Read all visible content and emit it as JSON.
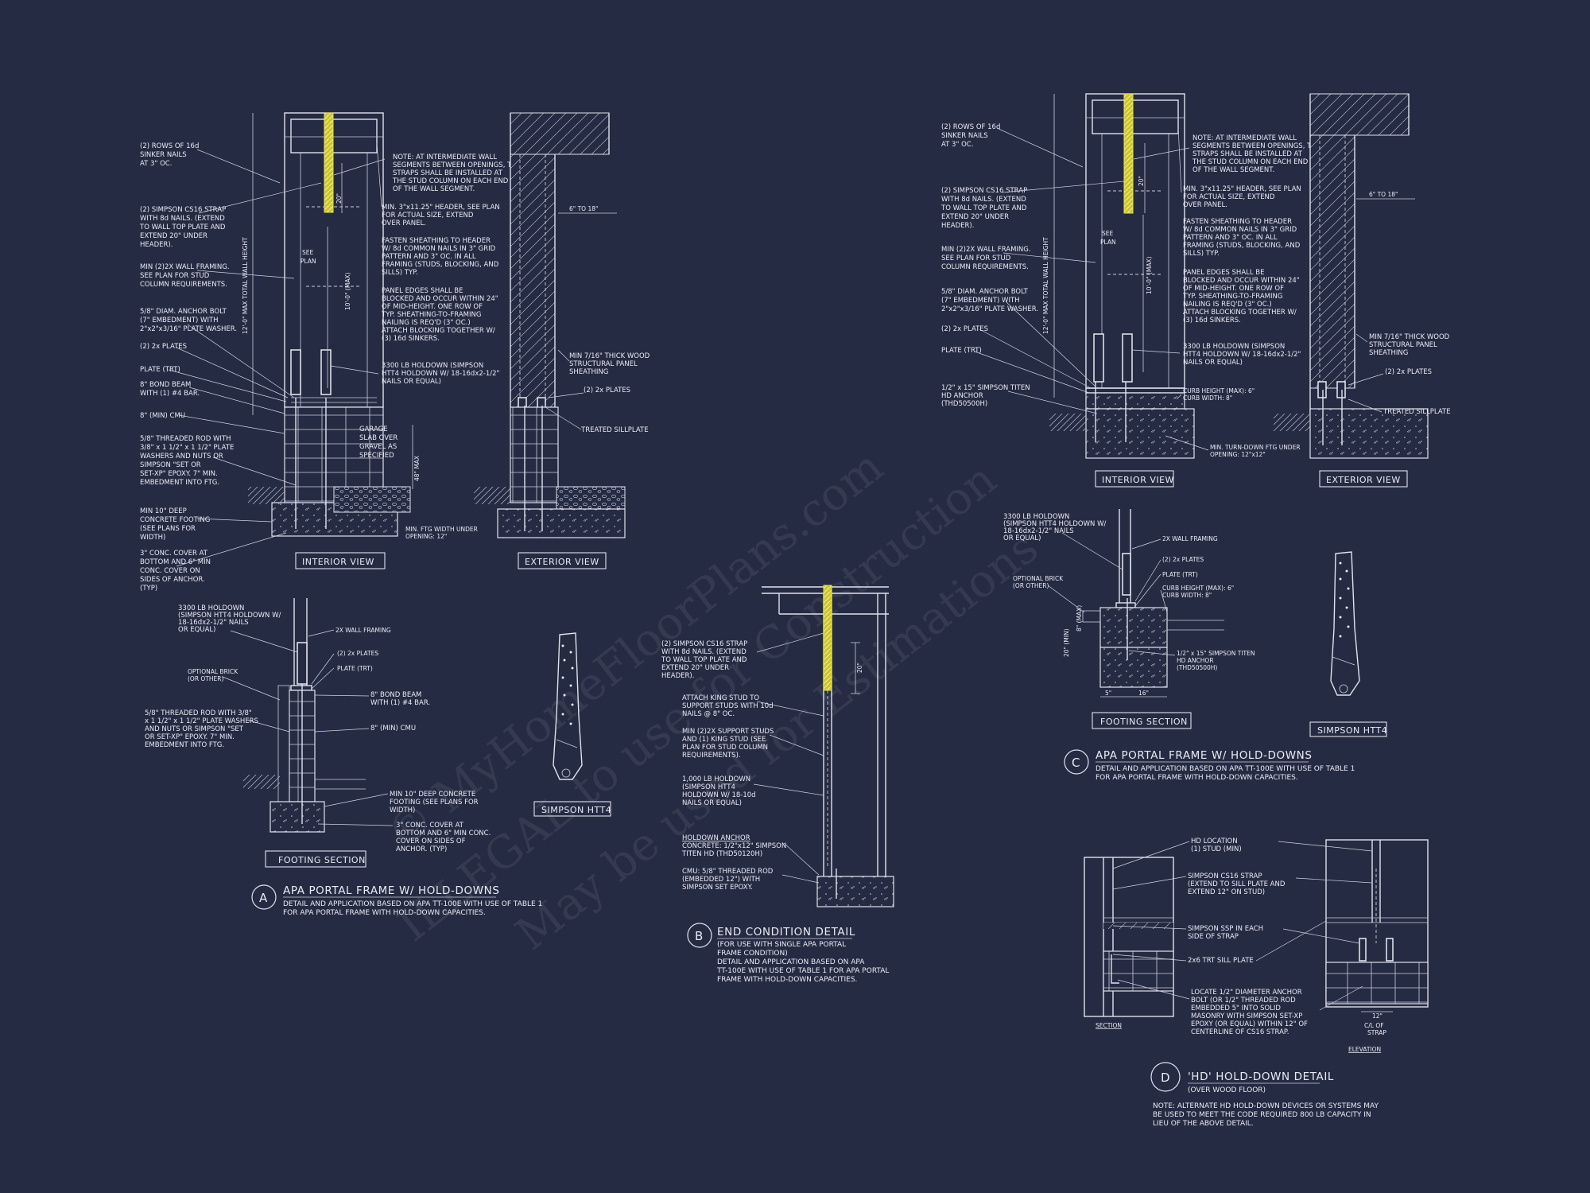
{
  "watermark": {
    "line1": "© MyHomeFloorPlans.com",
    "line2": "ILLEGAL to use for Construction",
    "line3": "May be used for Estimations"
  },
  "detailA": {
    "bubble": "A",
    "title": "APA PORTAL FRAME W/ HOLD-DOWNS",
    "subtitle1": "DETAIL AND APPLICATION BASED ON APA TT-100E WITH USE OF TABLE 1",
    "subtitle2": "FOR APA PORTAL FRAME WITH HOLD-DOWN CAPACITIES.",
    "interior_label": "INTERIOR VIEW",
    "exterior_label": "EXTERIOR VIEW",
    "footing_label": "FOOTING SECTION",
    "htt4_label": "SIMPSON HTT4",
    "notes_left": [
      [
        "(2) ROWS OF 16d",
        "SINKER NAILS",
        "AT 3\" OC."
      ],
      [
        "(2) SIMPSON CS16 STRAP",
        "WITH 8d NAILS. (EXTEND",
        "TO WALL TOP PLATE AND",
        "EXTEND 20\" UNDER",
        "HEADER)."
      ],
      [
        "MIN (2)2X WALL FRAMING.",
        "SEE PLAN FOR STUD",
        "COLUMN REQUIREMENTS."
      ],
      [
        "5/8\" DIAM. ANCHOR BOLT",
        "(7\" EMBEDMENT) WITH",
        "2\"x2\"x3/16\" PLATE WASHER."
      ],
      [
        "(2) 2x PLATES"
      ],
      [
        "PLATE (TRT)"
      ],
      [
        "8\" BOND BEAM",
        "WITH (1) #4 BAR."
      ],
      [
        "8\" (MIN) CMU"
      ],
      [
        "5/8\" THREADED ROD WITH",
        "3/8\" x 1 1/2\" x 1 1/2\" PLATE",
        "WASHERS AND NUTS OR",
        "SIMPSON \"SET OR",
        "SET-XP\" EPOXY. 7\" MIN.",
        "EMBEDMENT INTO FTG."
      ],
      [
        "MIN 10\" DEEP",
        "CONCRETE FOOTING",
        "(SEE PLANS FOR",
        "WIDTH)"
      ],
      [
        "3\" CONC. COVER AT",
        "BOTTOM AND 6\" MIN",
        "CONC. COVER ON",
        "SIDES OF ANCHOR.",
        "(TYP)"
      ]
    ],
    "notes_right": [
      [
        "NOTE: AT INTERMEDIATE WALL",
        "SEGMENTS BETWEEN OPENINGS, THE",
        "STRAPS SHALL BE INSTALLED AT",
        "THE STUD COLUMN ON EACH END",
        "OF THE WALL SEGMENT."
      ],
      [
        "MIN. 3\"x11.25\" HEADER, SEE PLAN",
        "FOR ACTUAL SIZE, EXTEND",
        "OVER PANEL."
      ],
      [
        "FASTEN SHEATHING TO HEADER",
        "W/ 8d COMMON NAILS IN 3\" GRID",
        "PATTERN AND 3\" OC. IN ALL",
        "FRAMING (STUDS, BLOCKING, AND",
        "SILLS) TYP."
      ],
      [
        "PANEL EDGES SHALL BE",
        "BLOCKED AND OCCUR WITHIN 24\"",
        "OF MID-HEIGHT. ONE ROW OF",
        "TYP. SHEATHING-TO-FRAMING",
        "NAILING IS REQ'D (3\" OC.)",
        "ATTACH BLOCKING TOGETHER W/",
        "(3) 16d SINKERS."
      ],
      [
        "3300 LB HOLDOWN (SIMPSON",
        "HTT4 HOLDOWN W/ 18-16dx2-1/2\"",
        "NAILS OR EQUAL)"
      ]
    ],
    "garage_note": [
      "GARAGE",
      "SLAB OVER",
      "GRAVEL AS",
      "SPECIFIED"
    ],
    "dim_total": "12'-0\" MAX TOTAL WALL HEIGHT",
    "dim_10": "10'-0\" (MAX)",
    "dim_20": "20\"",
    "dim_48": "48\" MAX",
    "see_plan": [
      "SEE",
      "PLAN"
    ],
    "dim_6to18": "6\" TO 18\"",
    "ext_notes": [
      [
        "MIN 7/16\" THICK WOOD",
        "STRUCTURAL PANEL",
        "SHEATHING"
      ],
      [
        "(2) 2x PLATES"
      ],
      [
        "TREATED SILLPLATE"
      ]
    ],
    "min_ftg": [
      "MIN. FTG WIDTH UNDER",
      "OPENING: 12\""
    ],
    "footing_notes": [
      [
        "3300 LB HOLDOWN",
        "(SIMPSON HTT4 HOLDOWN W/",
        "18-16dx2-1/2\" NAILS",
        "OR EQUAL)"
      ],
      [
        "2X WALL FRAMING"
      ],
      [
        "(2) 2x PLATES"
      ],
      [
        "PLATE (TRT)"
      ],
      [
        "OPTIONAL BRICK",
        "(OR OTHER)"
      ],
      [
        "8\" BOND BEAM",
        "WITH (1) #4 BAR."
      ],
      [
        "5/8\" THREADED ROD WITH 3/8\"",
        "x 1 1/2\" x 1 1/2\" PLATE WASHERS",
        "AND NUTS OR SIMPSON \"SET",
        "OR SET-XP\" EPOXY. 7\" MIN.",
        "EMBEDMENT INTO FTG."
      ],
      [
        "8\" (MIN) CMU"
      ],
      [
        "MIN 10\" DEEP CONCRETE",
        "FOOTING (SEE PLANS FOR",
        "WIDTH)"
      ],
      [
        "3\" CONC. COVER AT",
        "BOTTOM AND 6\" MIN CONC.",
        "COVER ON SIDES OF",
        "ANCHOR. (TYP)"
      ]
    ]
  },
  "detailB": {
    "bubble": "B",
    "title": "END CONDITION DETAIL",
    "subtitle0": "(FOR USE WITH SINGLE APA PORTAL",
    "subtitle0b": "FRAME CONDITION)",
    "subtitle1": "DETAIL AND APPLICATION BASED ON APA",
    "subtitle2": "TT-100E WITH USE OF TABLE 1 FOR APA PORTAL",
    "subtitle3": "FRAME WITH HOLD-DOWN CAPACITIES.",
    "dim_20": "20\"",
    "notes": [
      [
        "(2) SIMPSON CS16 STRAP",
        "WITH 8d NAILS. (EXTEND",
        "TO WALL TOP PLATE AND",
        "EXTEND 20\" UNDER",
        "HEADER)."
      ],
      [
        "ATTACH KING STUD TO",
        "SUPPORT STUDS WITH 10d",
        "NAILS @ 8\" OC."
      ],
      [
        "MIN (2)2X SUPPORT STUDS",
        "AND (1) KING STUD (SEE",
        "PLAN FOR STUD COLUMN",
        "REQUIREMENTS)."
      ],
      [
        "1,000 LB HOLDOWN",
        "(SIMPSON HTT4",
        "HOLDOWN W/ 18-10d",
        "NAILS OR EQUAL)"
      ],
      [
        "HOLDOWN ANCHOR",
        "CONCRETE: 1/2\"x12\" SIMPSON",
        "TITEN HD (THD50120H)"
      ],
      [
        "CMU: 5/8\" THREADED ROD",
        "(EMBEDDED 12\") WITH",
        "SIMPSON SET EPOXY."
      ]
    ]
  },
  "detailC": {
    "bubble": "C",
    "title": "APA PORTAL FRAME W/ HOLD-DOWNS",
    "subtitle1": "DETAIL AND APPLICATION BASED ON APA TT-100E WITH USE OF TABLE 1",
    "subtitle2": "FOR APA PORTAL FRAME WITH HOLD-DOWN CAPACITIES.",
    "interior_label": "INTERIOR VIEW",
    "exterior_label": "EXTERIOR VIEW",
    "footing_label": "FOOTING SECTION",
    "htt4_label": "SIMPSON HTT4",
    "dim_total": "12'-0\" MAX TOTAL WALL HEIGHT",
    "dim_10": "10'-0\" (MAX)",
    "dim_20": "20\"",
    "see_plan": [
      "SEE",
      "PLAN"
    ],
    "dim_6to18": "6\" TO 18\"",
    "notes_left": [
      [
        "(2) ROWS OF 16d",
        "SINKER NAILS",
        "AT 3\" OC."
      ],
      [
        "(2) SIMPSON CS16 STRAP",
        "WITH 8d NAILS. (EXTEND",
        "TO WALL TOP PLATE AND",
        "EXTEND 20\" UNDER",
        "HEADER)."
      ],
      [
        "MIN (2)2X WALL FRAMING.",
        "SEE PLAN FOR STUD",
        "COLUMN REQUIREMENTS."
      ],
      [
        "5/8\" DIAM. ANCHOR BOLT",
        "(7\" EMBEDMENT) WITH",
        "2\"x2\"x3/16\" PLATE WASHER."
      ],
      [
        "(2) 2x PLATES"
      ],
      [
        "PLATE (TRT)"
      ],
      [
        "1/2\" x 15\" SIMPSON TITEN",
        "HD ANCHOR",
        "(THD50500H)"
      ]
    ],
    "notes_right": [
      [
        "NOTE: AT INTERMEDIATE WALL",
        "SEGMENTS BETWEEN OPENINGS, THE",
        "STRAPS SHALL BE INSTALLED AT",
        "THE STUD COLUMN ON EACH END",
        "OF THE WALL SEGMENT."
      ],
      [
        "MIN. 3\"x11.25\" HEADER, SEE PLAN",
        "FOR ACTUAL SIZE, EXTEND",
        "OVER PANEL."
      ],
      [
        "FASTEN SHEATHING TO HEADER",
        "W/ 8d COMMON NAILS IN 3\" GRID",
        "PATTERN AND 3\" OC. IN ALL",
        "FRAMING (STUDS, BLOCKING, AND",
        "SILLS) TYP."
      ],
      [
        "PANEL EDGES SHALL BE",
        "BLOCKED AND OCCUR WITHIN 24\"",
        "OF MID-HEIGHT. ONE ROW OF",
        "TYP. SHEATHING-TO-FRAMING",
        "NAILING IS REQ'D (3\" OC.)",
        "ATTACH BLOCKING TOGETHER W/",
        "(3) 16d SINKERS."
      ],
      [
        "3300 LB HOLDOWN (SIMPSON",
        "HTT4 HOLDOWN W/ 18-16dx2-1/2\"",
        "NAILS OR EQUAL)"
      ],
      [
        "CURB HEIGHT (MAX): 6\"",
        "CURB WIDTH: 8\""
      ],
      [
        "MIN. TURN-DOWN FTG UNDER",
        "OPENING: 12\"x12\""
      ]
    ],
    "ext_notes": [
      [
        "MIN 7/16\" THICK WOOD",
        "STRUCTURAL PANEL",
        "SHEATHING"
      ],
      [
        "(2) 2x PLATES"
      ],
      [
        "TREATED SILLPLATE"
      ]
    ],
    "footing_notes": [
      [
        "3300 LB HOLDOWN",
        "(SIMPSON HTT4 HOLDOWN W/",
        "18-16dx2-1/2\" NAILS",
        "OR EQUAL)"
      ],
      [
        "2X WALL FRAMING"
      ],
      [
        "(2) 2x PLATES"
      ],
      [
        "PLATE (TRT)"
      ],
      [
        "OPTIONAL BRICK",
        "(OR OTHER)"
      ],
      [
        "CURB HEIGHT (MAX): 6\"",
        "CURB WIDTH: 8\""
      ],
      [
        "1/2\" x 15\" SIMPSON TITEN",
        "HD ANCHOR",
        "(THD50500H)"
      ]
    ],
    "dim_8max": "8\" (MAX)",
    "dim_20min": "20\" (MIN)",
    "dim_5": "5\"",
    "dim_16": "16\""
  },
  "detailD": {
    "bubble": "D",
    "title": "'HD' HOLD-DOWN DETAIL",
    "subtitle0": "(OVER WOOD FLOOR)",
    "note1": "NOTE: ALTERNATE HD HOLD-DOWN DEVICES OR SYSTEMS MAY",
    "note2": "BE USED TO MEET THE CODE REQUIRED 800 LB CAPACITY IN",
    "note3": "LIEU OF THE ABOVE DETAIL.",
    "section_label": "SECTION",
    "elevation_label": "ELEVATION",
    "dim_12": "12\"",
    "cl_label": [
      "C/L OF",
      "STRAP"
    ],
    "notes": [
      [
        "HD LOCATION",
        "(1) STUD (MIN)"
      ],
      [
        "SIMPSON CS16 STRAP",
        "(EXTEND TO SILL PLATE AND",
        "EXTEND 12\" ON STUD)"
      ],
      [
        "SIMPSON SSP IN EACH",
        "SIDE OF STRAP"
      ],
      [
        "2x6 TRT SILL PLATE"
      ],
      [
        "LOCATE 1/2\" DIAMETER ANCHOR",
        "BOLT (OR 1/2\" THREADED ROD",
        "EMBEDDED 5\" INTO SOLID",
        "MASONRY WITH SIMPSON SET-XP",
        "EPOXY (OR EQUAL) WITHIN 12\" OF",
        "CENTERLINE OF CS16 STRAP."
      ]
    ]
  }
}
